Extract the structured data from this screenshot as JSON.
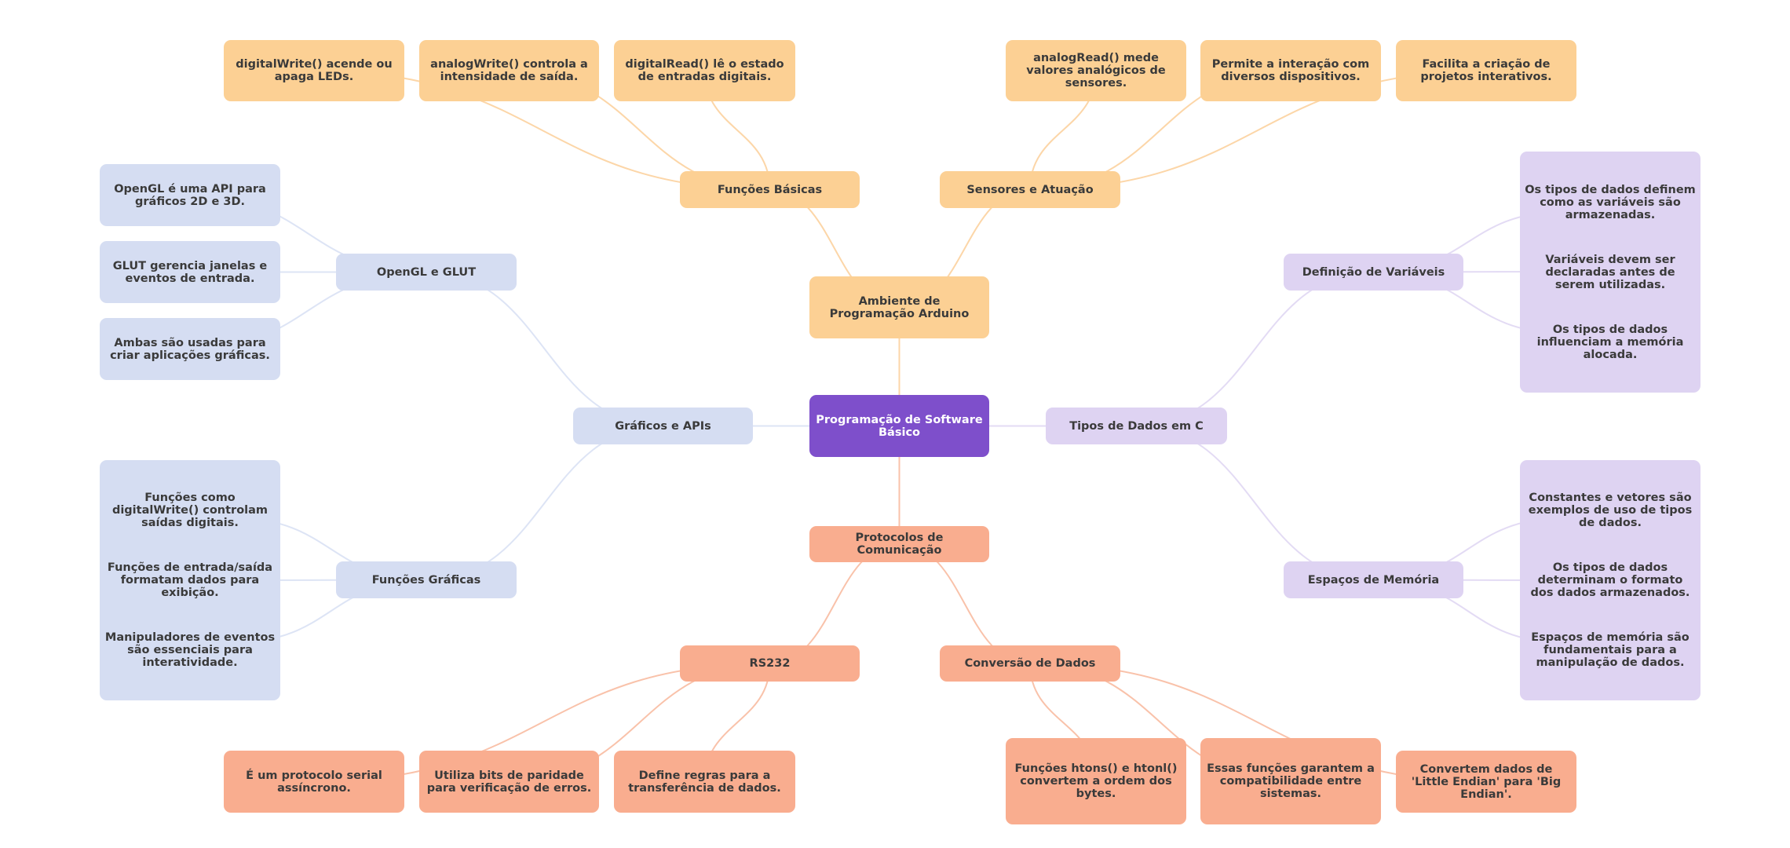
{
  "colors": {
    "root": "#7e4fcb",
    "orange": "#fcd094",
    "orange_edge": "#fcd6a8",
    "blue": "#d5ddf2",
    "blue_edge": "#dde4f5",
    "purple": "#ded3f2",
    "purple_edge": "#e3dbf4",
    "salmon": "#f9ad8f",
    "salmon_edge": "#f9c2aa",
    "text": "#3a3a3a"
  },
  "root": {
    "label": "Programação de Software Básico"
  },
  "branches": {
    "arduino": {
      "label": "Ambiente de Programação Arduino",
      "funcoes_basicas": {
        "label": "Funções Básicas",
        "leaves": [
          "digitalWrite() acende ou apaga LEDs.",
          "analogWrite() controla a intensidade de saída.",
          "digitalRead() lê o estado de entradas digitais."
        ]
      },
      "sensores": {
        "label": "Sensores e Atuação",
        "leaves": [
          "analogRead() mede valores analógicos de sensores.",
          "Permite a interação com diversos dispositivos.",
          "Facilita a criação de projetos interativos."
        ]
      }
    },
    "graficos": {
      "label": "Gráficos e APIs",
      "opengl": {
        "label": "OpenGL e GLUT",
        "leaves": [
          "OpenGL é uma API para gráficos 2D e 3D.",
          "GLUT gerencia janelas e eventos de entrada.",
          "Ambas são usadas para criar aplicações gráficas."
        ]
      },
      "funcoes_graficas": {
        "label": "Funções Gráficas",
        "leaves": [
          "Funções como digitalWrite() controlam saídas digitais.",
          "Funções de entrada/saída formatam dados para exibição.",
          "Manipuladores de eventos são essenciais para interatividade."
        ]
      }
    },
    "tipos": {
      "label": "Tipos de Dados em C",
      "definicao": {
        "label": "Definição de Variáveis",
        "leaves": [
          "Os tipos de dados definem como as variáveis são armazenadas.",
          "Variáveis devem ser declaradas antes de serem utilizadas.",
          "Os tipos de dados influenciam a memória alocada."
        ]
      },
      "espacos": {
        "label": "Espaços de Memória",
        "leaves": [
          "Constantes e vetores são exemplos de uso de tipos de dados.",
          "Os tipos de dados determinam o formato dos dados armazenados.",
          "Espaços de memória são fundamentais para a manipulação de dados."
        ]
      }
    },
    "protocolos": {
      "label": "Protocolos de Comunicação",
      "rs232": {
        "label": "RS232",
        "leaves": [
          "É um protocolo serial assíncrono.",
          "Utiliza bits de paridade para verificação de erros.",
          "Define regras para a transferência de dados."
        ]
      },
      "conversao": {
        "label": "Conversão de Dados",
        "leaves": [
          "Funções htons() e htonl() convertem a ordem dos bytes.",
          "Essas funções garantem a compatibilidade entre sistemas.",
          "Convertem dados de 'Little Endian' para 'Big Endian'."
        ]
      }
    }
  }
}
